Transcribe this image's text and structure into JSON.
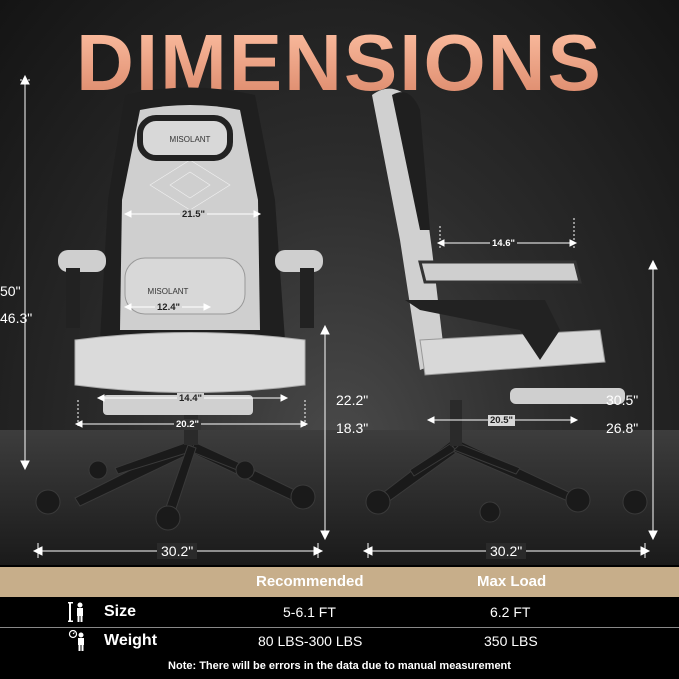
{
  "title": "DIMENSIONS",
  "brand": "MISOLANT",
  "front": {
    "width_back": "21.5\"",
    "width_lumbar": "12.4\"",
    "width_seat": "14.4\"",
    "width_armrest": "20.2\"",
    "height_max": "50\"",
    "height_min": "46.3\"",
    "seat_height_max": "22.2\"",
    "seat_height_min": "18.3\"",
    "base_width": "30.2\""
  },
  "side": {
    "width_backrest_side": "14.6\"",
    "seat_depth": "20.5\"",
    "armrest_height_max": "30.5\"",
    "armrest_height_min": "26.8\"",
    "base_width": "30.2\""
  },
  "table": {
    "col_recommended": "Recommended",
    "col_max_load": "Max Load",
    "rows": [
      {
        "icon": "height-icon",
        "label": "Size",
        "recommended": "5-6.1 FT",
        "max": "6.2 FT"
      },
      {
        "icon": "weight-icon",
        "label": "Weight",
        "recommended": "80 LBS-300 LBS",
        "max": "350 LBS"
      }
    ],
    "note": "Note: There will be errors in the data due to manual measurement"
  },
  "colors": {
    "title_gradient_top": "#ffc3a6",
    "title_gradient_bottom": "#d98466",
    "table_header": "#c7ae8a",
    "chair_fabric": "#d9d9d9",
    "chair_accent": "#222222"
  }
}
